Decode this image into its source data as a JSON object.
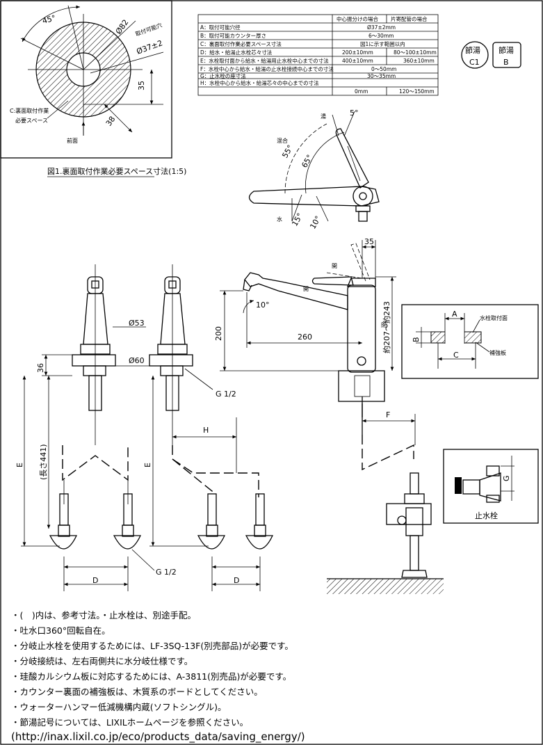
{
  "fig1": {
    "angle": "45°",
    "dia82": "Ø82",
    "hole_label": "取付可能穴",
    "dia37": "Ø37±2",
    "dim35": "35",
    "dim38": "38",
    "back_space_1": "C:裏面取付作業",
    "back_space_2": "必要スペース",
    "front": "前面",
    "caption": "図1.裏面取付作業必要スペース寸法(1:5)"
  },
  "spec_table": {
    "header_center": "中心振分けの場合",
    "header_side": "片寄配管の場合",
    "rows": [
      {
        "label": "A：取付可能穴径",
        "center": "Ø37±2mm",
        "side": ""
      },
      {
        "label": "B：取付可能カウンター厚さ",
        "center": "6～30mm",
        "side": ""
      },
      {
        "label": "C：裏面取付作業必要スペース寸法",
        "center": "図1に示す範囲以内",
        "side": ""
      },
      {
        "label": "D：給水・給湯止水栓芯々寸法",
        "center": "200±10mm",
        "side": "80～100±10mm"
      },
      {
        "label": "E：水栓取付面から給水・給湯用止水栓中心までの寸法",
        "center": "400±10mm",
        "side": "360±10mm"
      },
      {
        "label": "F：水栓中心から給水・給湯の止水栓接続中心までの寸法",
        "center": "0～50mm",
        "side": ""
      },
      {
        "label": "G：止水栓の座寸法",
        "center": "30～35mm",
        "side": ""
      },
      {
        "label": "H：水栓中心から給水・給湯芯々の中心までの寸法",
        "center": "0mm",
        "side": "120～150mm"
      }
    ]
  },
  "badges": [
    {
      "top": "節湯",
      "bottom": "C1"
    },
    {
      "top": "節湯",
      "bottom": "B"
    }
  ],
  "handle": {
    "hot": "湯",
    "mix": "混合",
    "water": "水",
    "a5": "5°",
    "a55": "55°",
    "a65": "65°",
    "a15": "15°",
    "a10": "10°"
  },
  "side_view": {
    "open1": "開",
    "open2": "開",
    "closed": "閉",
    "dim35": "35",
    "angle10": "10°",
    "dim200": "200",
    "dim260": "260",
    "dim_height": "約207～約243"
  },
  "counter_detail": {
    "a": "A",
    "b": "B",
    "c": "C",
    "mount": "水栓取付面",
    "reinforce": "補強板"
  },
  "front_view": {
    "d53": "Ø53",
    "d60": "Ø60",
    "d36": "36",
    "g12a": "G 1/2",
    "g12b": "G 1/2",
    "e1": "E",
    "e2": "E",
    "length": "(長さ441)",
    "h": "H",
    "d1": "D",
    "d2": "D",
    "f": "F"
  },
  "stop_valve": {
    "g": "G",
    "label": "止水栓"
  },
  "notes": [
    "・(　)内は、参考寸法。・止水栓は、別途手配。",
    "・吐水口360°回転自在。",
    "・分岐止水栓を使用するためには、LF-3SQ-13F(別売部品)が必要です。",
    "・分岐接続は、左右両側共に水分岐仕様です。",
    "・珪酸カルシウム板に対応するためには、A-3811(別売品)が必要です。",
    "・カウンター裏面の補強板は、木質系のボードとしてください。",
    "・ウォーターハンマー低減機構内蔵(ソフトシングル)。",
    "・節湯記号については、LIXILホームページを参照ください。"
  ],
  "url": "(http://inax.lixil.co.jp/eco/products_data/saving_energy/)"
}
